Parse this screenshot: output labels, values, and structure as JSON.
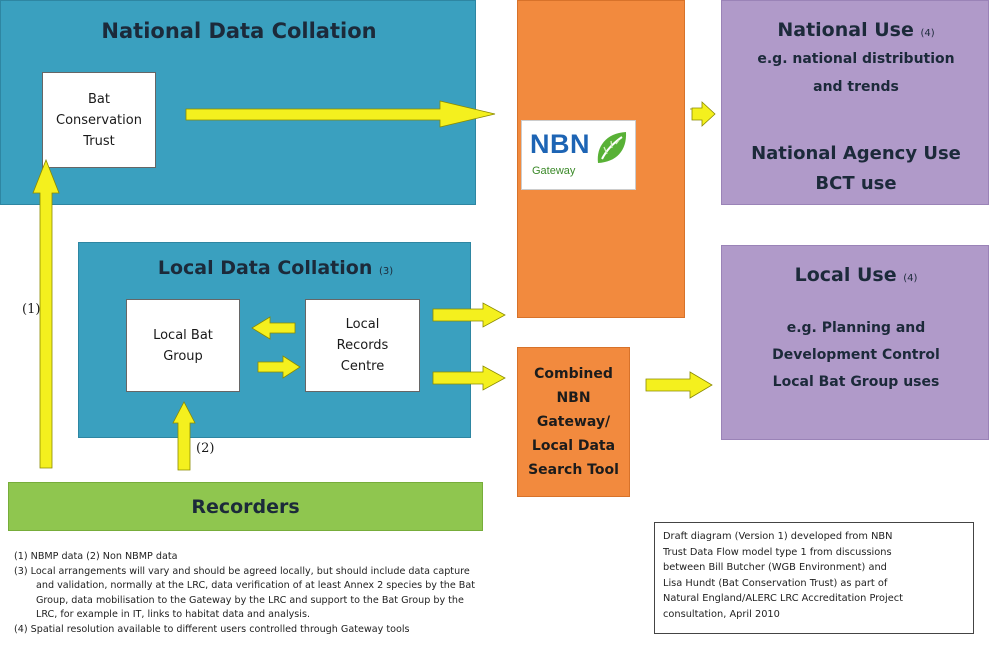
{
  "national_collation": {
    "title": "National Data Collation"
  },
  "bct_box": {
    "line1": "Bat",
    "line2": "Conservation",
    "line3": "Trust"
  },
  "local_collation": {
    "title": "Local Data Collation",
    "suffix": "(3)"
  },
  "local_bat_group": {
    "line1": "Local Bat",
    "line2": "Group"
  },
  "local_records_centre": {
    "line1": "Local",
    "line2": "Records",
    "line3": "Centre"
  },
  "nbn_gateway": {
    "logo_text": "NBN",
    "sub_text": "Gateway"
  },
  "combined_tool": {
    "line1": "Combined",
    "line2": "NBN",
    "line3": "Gateway/",
    "line4": "Local Data",
    "line5": "Search Tool"
  },
  "national_use": {
    "title": "National Use",
    "suffix": "(4)",
    "line1": "e.g. national distribution",
    "line2": "and trends",
    "line3": "National Agency Use",
    "line4": "BCT use"
  },
  "local_use": {
    "title": "Local Use",
    "suffix": "(4)",
    "line1": "e.g. Planning and",
    "line2": "Development Control",
    "line3": "Local Bat Group uses"
  },
  "recorders": {
    "label": "Recorders"
  },
  "arrow_labels": {
    "one": "(1)",
    "two": "(2)"
  },
  "footnotes": [
    "(1)  NBMP data  (2) Non NBMP data",
    "(3)  Local arrangements will vary and should be agreed locally, but should include data capture",
    "and validation, normally at the LRC, data verification of at least Annex 2 species by the Bat",
    "Group, data mobilisation to the Gateway by the LRC and support to the Bat Group by the",
    "LRC, for example in IT, links to habitat data and analysis.",
    "(4)  Spatial resolution available to different users controlled through Gateway tools"
  ],
  "draft_note": [
    "Draft diagram (Version 1) developed from NBN",
    "Trust Data Flow model type 1 from discussions",
    "between Bill Butcher (WGB Environment) and",
    "Lisa Hundt (Bat Conservation Trust) as part of",
    "Natural England/ALERC LRC Accreditation Project",
    "consultation, April 2010"
  ],
  "colors": {
    "teal": "#3aa0bf",
    "purple": "#b09ac9",
    "orange": "#f28a3e",
    "green": "#8fc64f",
    "arrow": "#f4f01e",
    "nbn_blue": "#1d64b4",
    "nbn_green": "#58b136"
  }
}
